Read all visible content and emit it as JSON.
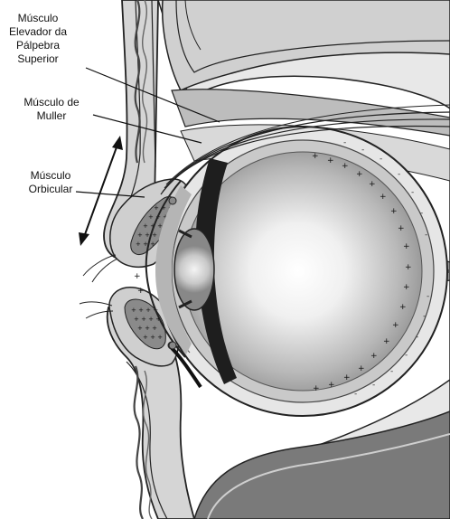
{
  "labels": {
    "levator": [
      "Músculo",
      "Elevador da",
      "Pálpebra",
      "Superior"
    ],
    "muller": [
      "Músculo de",
      "Muller"
    ],
    "orbicular": [
      "Músculo",
      "Orbicular"
    ]
  }
}
